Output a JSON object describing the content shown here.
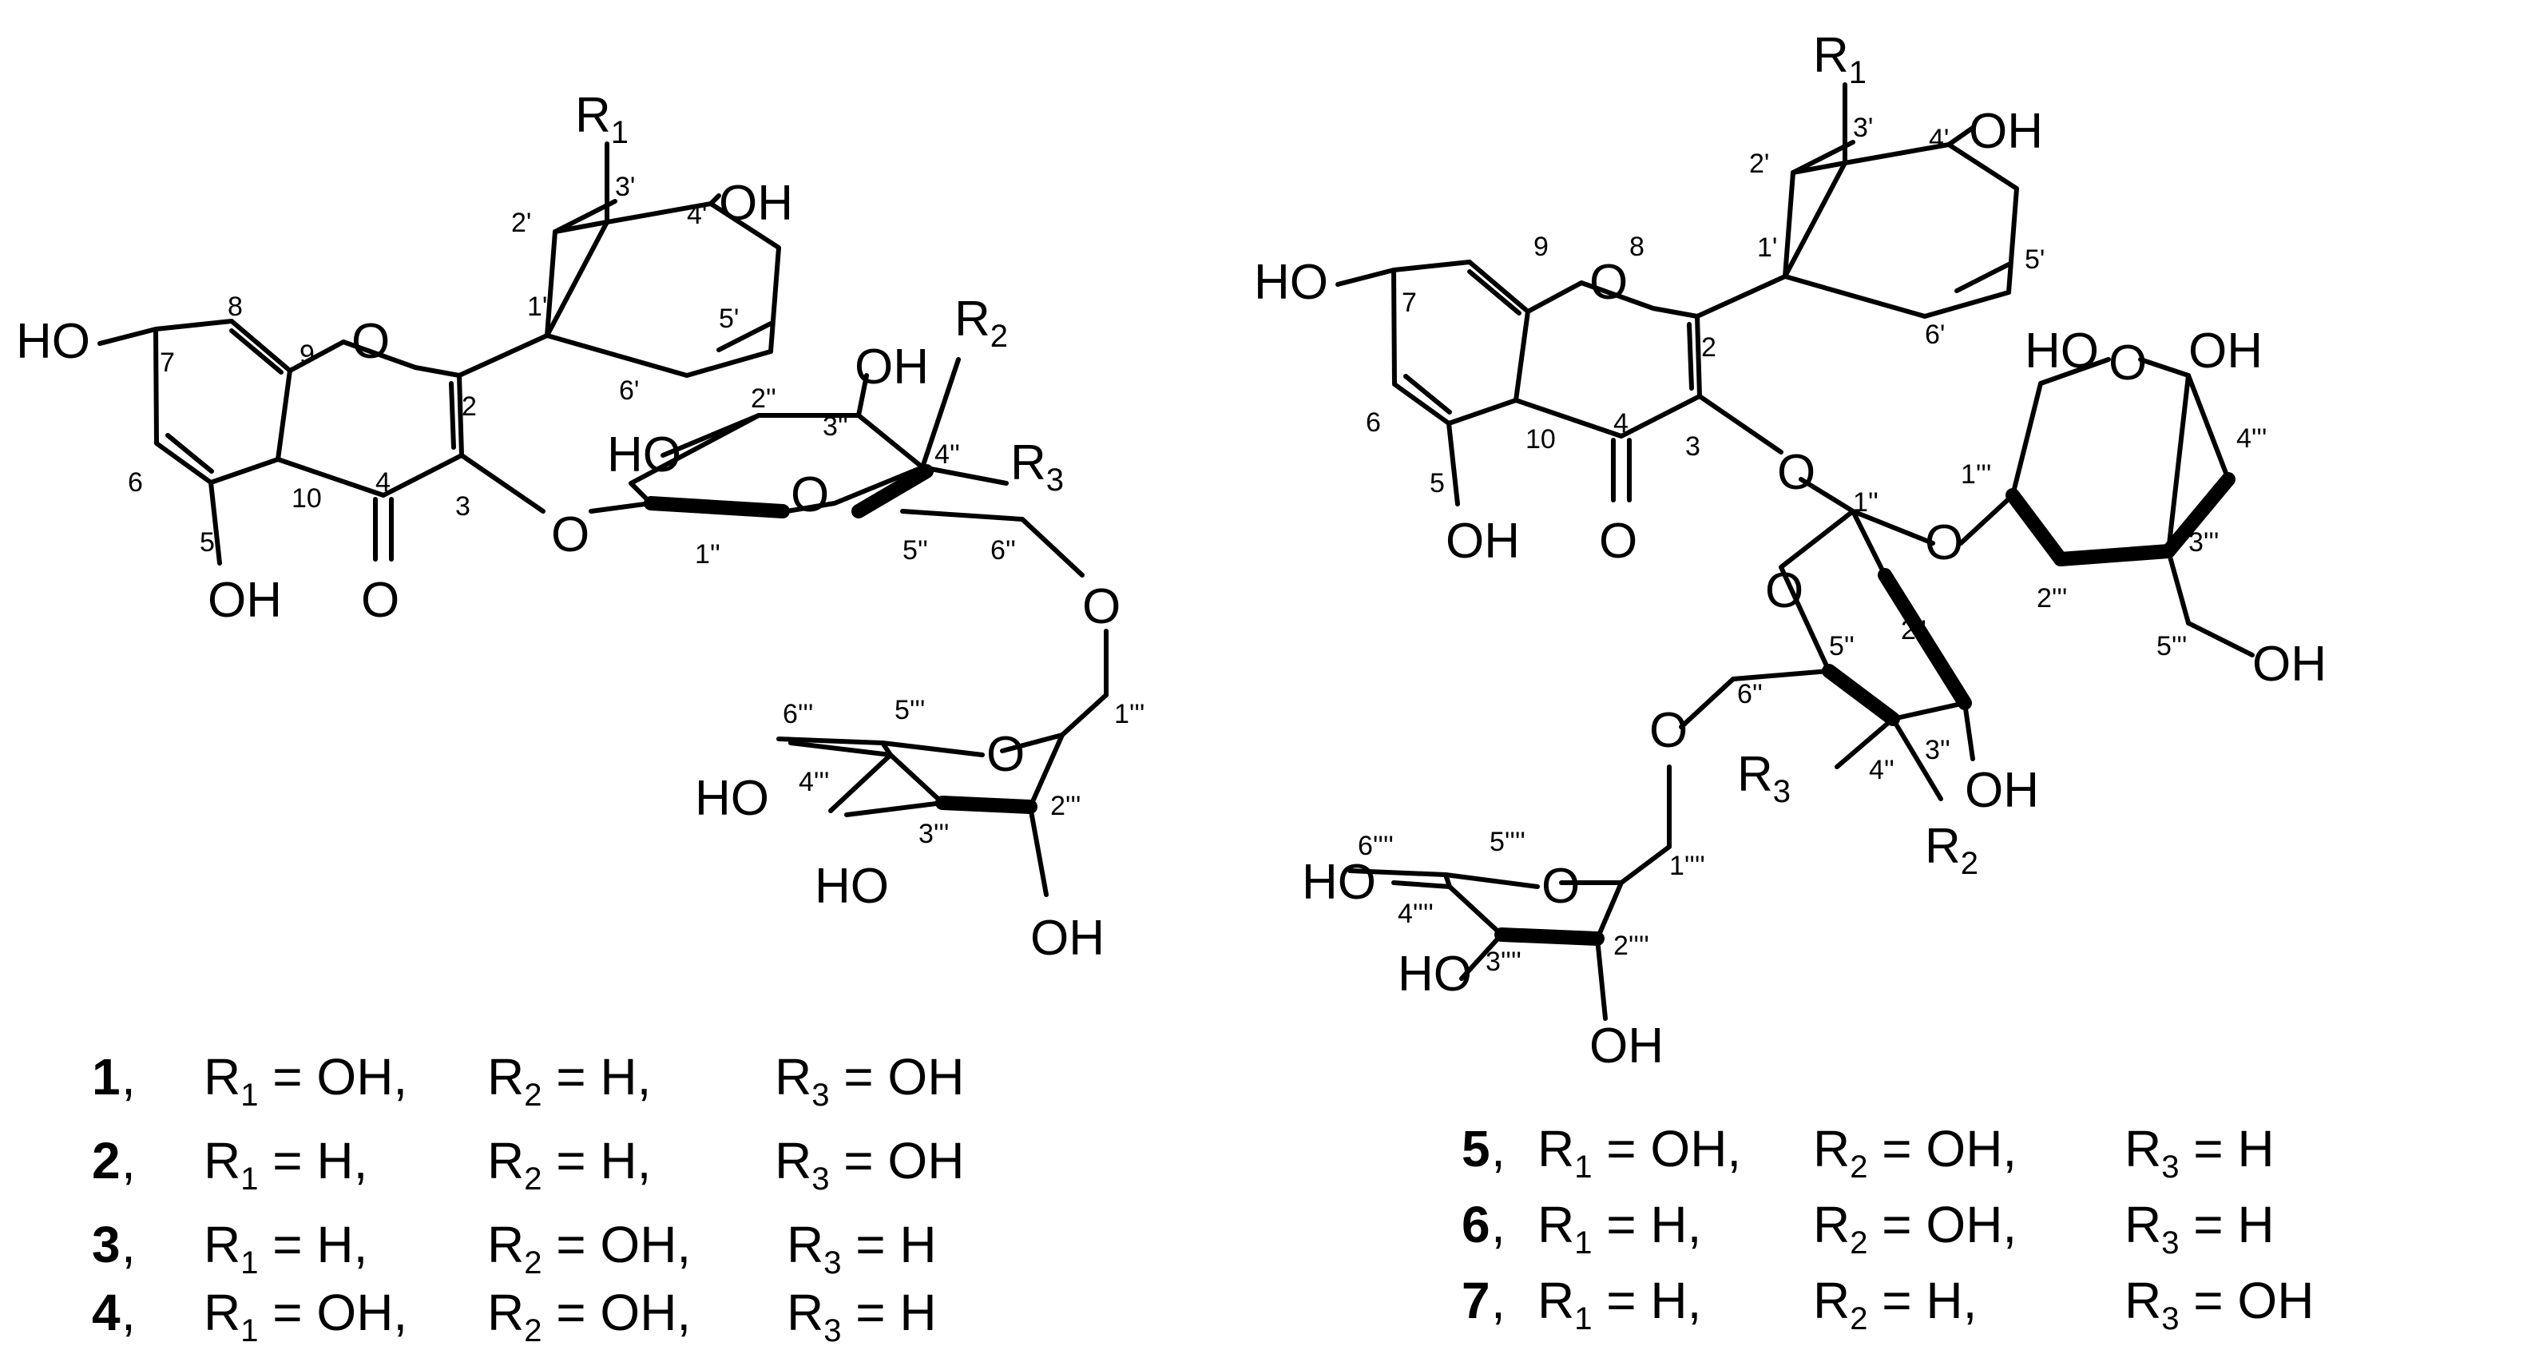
{
  "structures": {
    "left": {
      "substituents": {
        "r1": "R",
        "r1_sub": "1",
        "r2": "R",
        "r2_sub": "2",
        "r3": "R",
        "r3_sub": "3",
        "oh_4p": "OH",
        "ho_7": "HO",
        "oh_5": "OH",
        "o_ring": "O",
        "o_keto": "O",
        "o_glyc": "O",
        "ho_2pp": "HO",
        "oh_3pp": "OH",
        "o_ring_sugar": "O",
        "o_6pp": "O",
        "o_rha_ring": "O",
        "ho_4ppp": "HO",
        "ho_3ppp": "HO",
        "oh_2ppp": "OH"
      },
      "numbering": {
        "n8": "8",
        "n7": "7",
        "n6": "6",
        "n5": "5",
        "n10": "10",
        "n4": "4",
        "n9": "9",
        "n2": "2",
        "n3": "3",
        "n1p": "1'",
        "n2p": "2'",
        "n3p": "3'",
        "n4p": "4'",
        "n5p": "5'",
        "n6p": "6'",
        "n1pp": "1''",
        "n2pp": "2''",
        "n3pp": "3''",
        "n4pp": "4''",
        "n5pp": "5''",
        "n6pp": "6''",
        "n1ppp": "1'''",
        "n2ppp": "2'''",
        "n3ppp": "3'''",
        "n4ppp": "4'''",
        "n5ppp": "5'''",
        "n6ppp": "6'''"
      }
    },
    "right": {
      "substituents": {
        "r1": "R",
        "r1_sub": "1",
        "r2": "R",
        "r2_sub": "2",
        "r3": "R",
        "r3_sub": "3",
        "oh_4p": "OH",
        "ho_7": "HO",
        "oh_5": "OH",
        "o_ring": "O",
        "o_keto": "O",
        "o_glyc": "O",
        "o_2pp": "O",
        "o_ring_sugar": "O",
        "oh_3pp": "OH",
        "o_6pp": "O",
        "o_rha_ring": "O",
        "ho_4pppp": "HO",
        "ho_3pppp": "HO",
        "oh_2pppp": "OH",
        "ho_api_1": "HO",
        "o_api_ring": "O",
        "oh_api_3": "OH",
        "oh_5ppp": "OH"
      },
      "numbering": {
        "n8": "8",
        "n7": "7",
        "n6": "6",
        "n5": "5",
        "n10": "10",
        "n4": "4",
        "n9": "9",
        "n2": "2",
        "n3": "3",
        "n1p": "1'",
        "n2p": "2'",
        "n3p": "3'",
        "n4p": "4'",
        "n5p": "5'",
        "n6p": "6'",
        "n1pp": "1''",
        "n2pp": "2''",
        "n3pp": "3''",
        "n4pp": "4''",
        "n5pp": "5''",
        "n6pp": "6''",
        "n1ppp": "1'''",
        "n2ppp": "2'''",
        "n3ppp": "3'''",
        "n4ppp": "4'''",
        "n5ppp": "5'''",
        "n1pppp": "1''''",
        "n2pppp": "2''''",
        "n3pppp": "3''''",
        "n4pppp": "4''''",
        "n5pppp": "5''''",
        "n6pppp": "6''''"
      }
    }
  },
  "compound_table": [
    {
      "id": "1",
      "r1": "OH",
      "r2": "H",
      "r3": "OH"
    },
    {
      "id": "2",
      "r1": "H",
      "r2": "H",
      "r3": "OH"
    },
    {
      "id": "3",
      "r1": "H",
      "r2": "OH",
      "r3": "H"
    },
    {
      "id": "4",
      "r1": "OH",
      "r2": "OH",
      "r3": "H"
    },
    {
      "id": "5",
      "r1": "OH",
      "r2": "OH",
      "r3": "H"
    },
    {
      "id": "6",
      "r1": "H",
      "r2": "OH",
      "r3": "H"
    },
    {
      "id": "7",
      "r1": "H",
      "r2": "H",
      "r3": "OH"
    }
  ],
  "labels": {
    "r": "R",
    "sub1": "1",
    "sub2": "2",
    "sub3": "3",
    "eq": " = ",
    "comma": ","
  }
}
